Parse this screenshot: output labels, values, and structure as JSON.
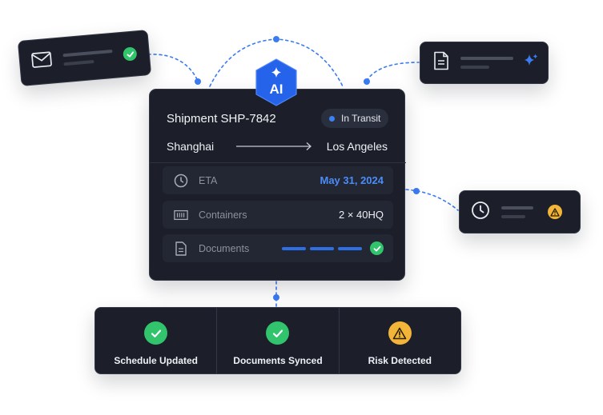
{
  "ai_badge": {
    "label": "AI"
  },
  "shipment": {
    "title": "Shipment SHP-7842",
    "status": "In Transit",
    "origin": "Shanghai",
    "destination": "Los Angeles",
    "rows": [
      {
        "icon": "clock-icon",
        "label": "ETA",
        "value": "May 31, 2024"
      },
      {
        "icon": "container-icon",
        "label": "Containers",
        "value": "2 × 40HQ"
      },
      {
        "icon": "document-icon",
        "label": "Documents",
        "progress_segments": 3,
        "status_icon": "check-icon"
      }
    ]
  },
  "floating_cards": [
    {
      "icon": "mail-icon",
      "badge": "check-icon"
    },
    {
      "icon": "document-icon",
      "badge": "sparkle-icon"
    },
    {
      "icon": "clock-icon",
      "badge": "warning-icon"
    }
  ],
  "status_bar": [
    {
      "icon": "check-icon",
      "label": "Schedule Updated"
    },
    {
      "icon": "check-icon",
      "label": "Documents Synced"
    },
    {
      "icon": "warning-icon",
      "label": "Risk Detected"
    }
  ],
  "colors": {
    "card_bg": "#1c1f29",
    "accent_blue": "#3b82f6",
    "eta_blue": "#4b8df8",
    "success_green": "#31c46d",
    "warning_amber": "#f2b53a"
  }
}
